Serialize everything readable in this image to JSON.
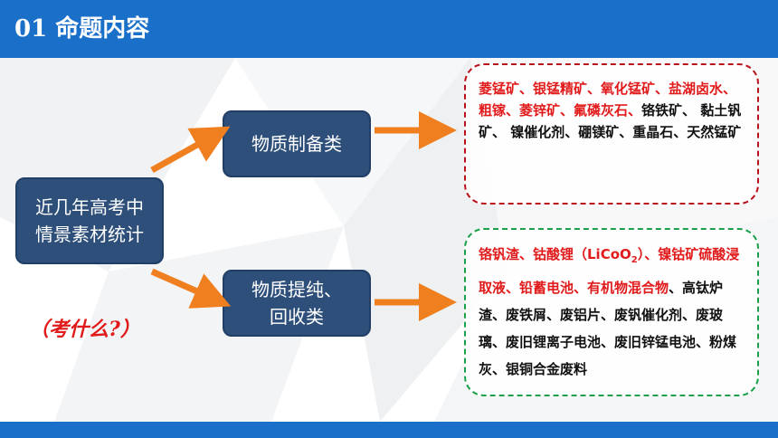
{
  "header": {
    "title": "01 命题内容"
  },
  "main_box": {
    "line1": "近几年高考中",
    "line2": "情景素材统计"
  },
  "question": "（考什么?）",
  "prep_box": {
    "label": "物质制备类"
  },
  "purify_box": {
    "line1": "物质提纯、",
    "line2": "回收类"
  },
  "prep_materials": {
    "highlighted": "菱锰矿、银锰精矿、氧化锰矿、盐湖卤水、粗镓、菱锌矿、氟磷灰石、",
    "normal": "铬铁矿、 黏土钒矿、 镍催化剂、硼镁矿、重晶石、天然锰矿"
  },
  "purify_materials": {
    "highlighted_a": "铬钒渣、钴酸锂（LiCoO",
    "sub": "2",
    "highlighted_b": "）、镍钴矿硫酸浸取液、铅蓄电池、有机物混合物",
    "normal": "、高钛炉渣、废铁屑、废铝片、废钒催化剂、废玻璃、废旧锂离子电池、废旧锌锰电池、粉煤灰、银铜合金废料"
  },
  "colors": {
    "header": "#1a6fc9",
    "box": "#2d4f7a",
    "arrow": "#f07f1f",
    "highlight": "#e11b1b",
    "top_border": "#b9121b",
    "bottom_border": "#1aa04a"
  }
}
